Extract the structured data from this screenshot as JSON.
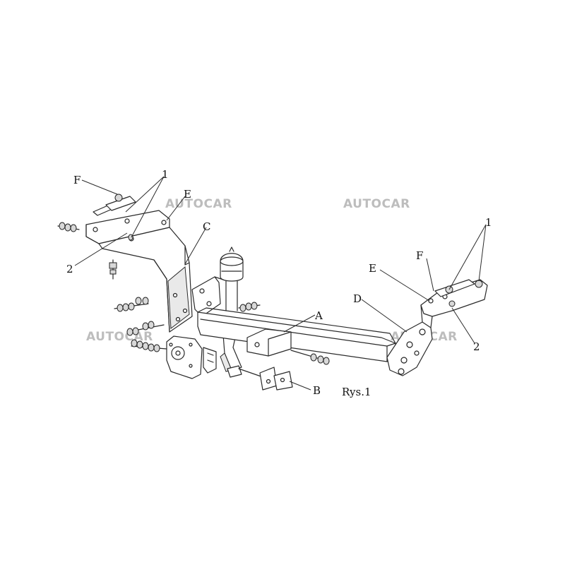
{
  "watermark": "AUTOCAR",
  "callouts": {
    "f_left": "F",
    "one_left": "1",
    "e_left": "E",
    "c": "C",
    "two_left": "2",
    "a": "A",
    "b": "B",
    "one_right": "1",
    "f_right": "F",
    "e_right": "E",
    "d": "D",
    "two_right": "2"
  },
  "caption": "Rys.1"
}
